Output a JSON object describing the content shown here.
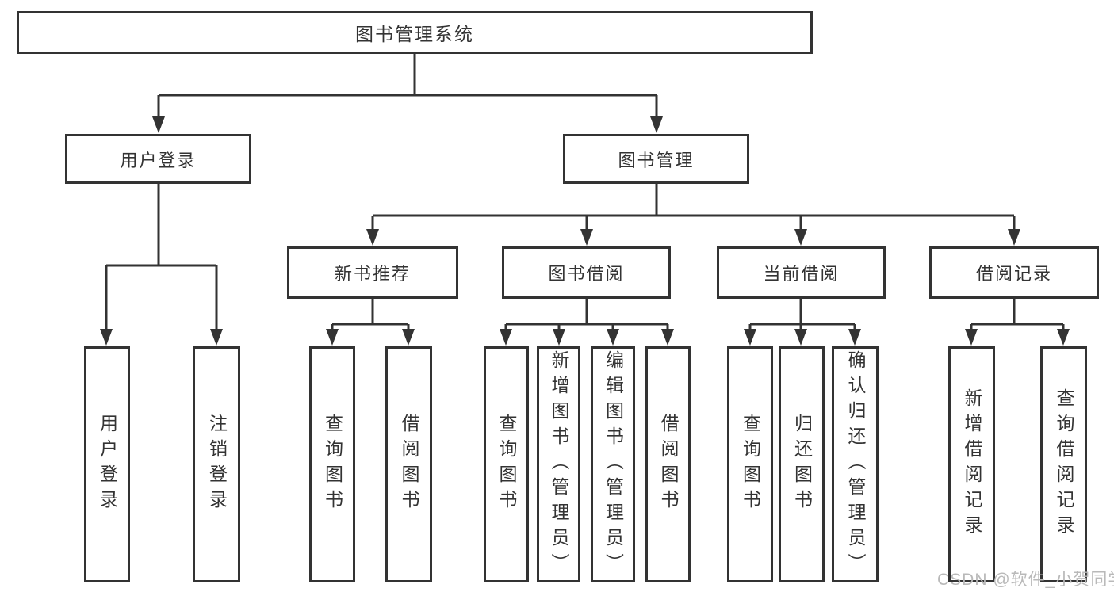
{
  "diagram": {
    "title": "图书管理系统",
    "type": "hierarchy-diagram"
  },
  "tree": {
    "label": "图书管理系统",
    "children": [
      {
        "label": "用户登录",
        "children": [
          {
            "label": "用户登录"
          },
          {
            "label": "注销登录"
          }
        ]
      },
      {
        "label": "图书管理",
        "children": [
          {
            "label": "新书推荐",
            "children": [
              {
                "label": "查询图书"
              },
              {
                "label": "借阅图书"
              }
            ]
          },
          {
            "label": "图书借阅",
            "children": [
              {
                "label": "查询图书"
              },
              {
                "label": "新增图书（管理员）"
              },
              {
                "label": "编辑图书（管理员）"
              },
              {
                "label": "借阅图书"
              }
            ]
          },
          {
            "label": "当前借阅",
            "children": [
              {
                "label": "查询图书"
              },
              {
                "label": "归还图书"
              },
              {
                "label": "确认归还（管理员）"
              }
            ]
          },
          {
            "label": "借阅记录",
            "children": [
              {
                "label": "新增借阅记录"
              },
              {
                "label": "查询借阅记录"
              }
            ]
          }
        ]
      }
    ]
  },
  "watermark": {
    "text": "CSDN @软件_小贺同学"
  },
  "colors": {
    "line": "#333333",
    "text": "#333333",
    "watermark": "#b9b9b9",
    "background": "#ffffff"
  }
}
